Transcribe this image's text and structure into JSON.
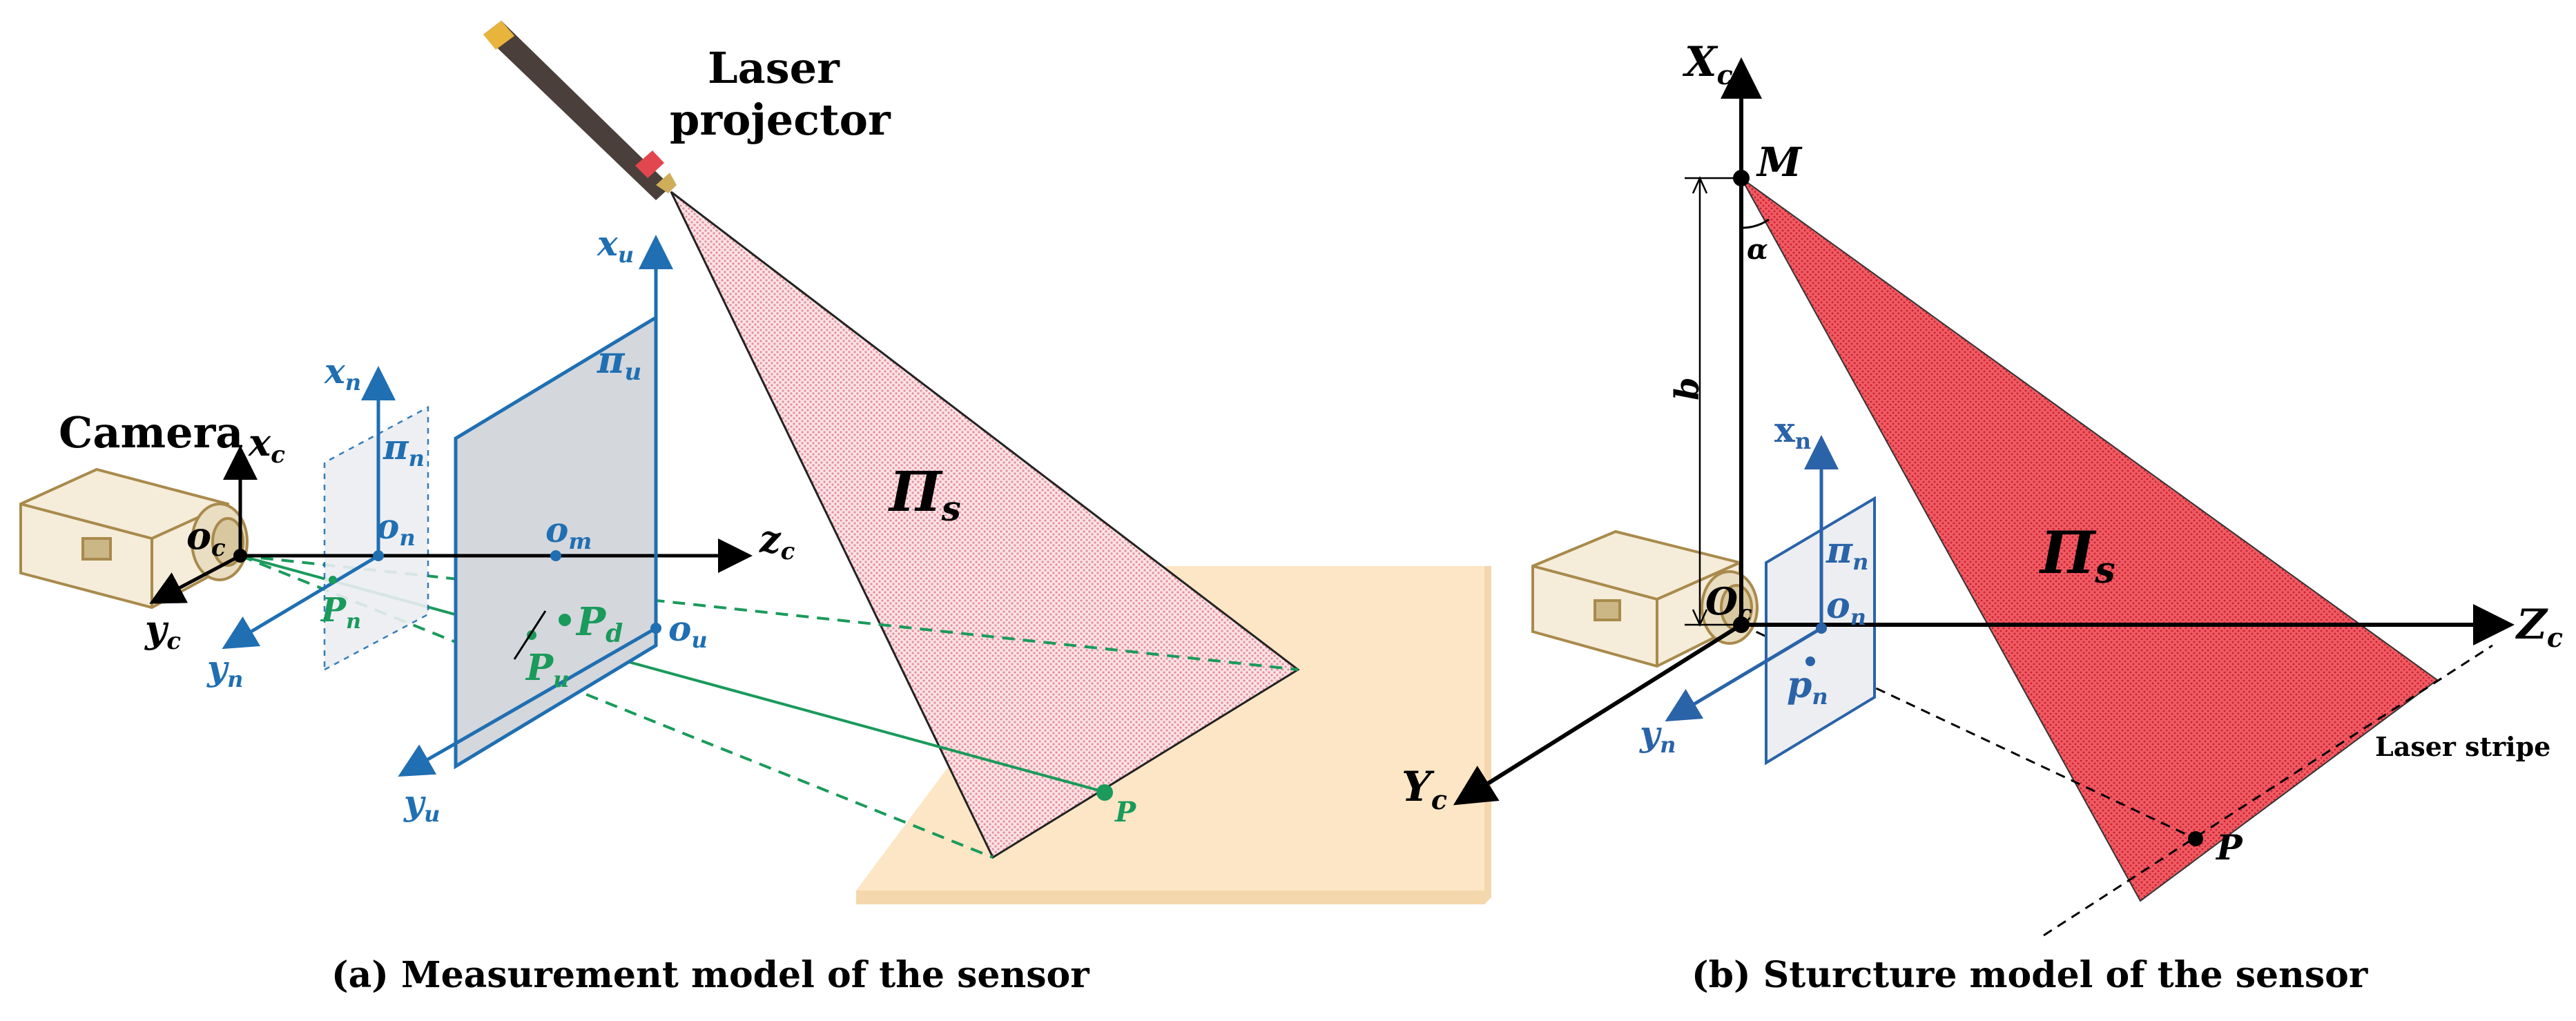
{
  "colors": {
    "blue": "#1f6fb2",
    "green": "#1a9a5b",
    "laser_plane_fill": "#f8d9de",
    "laser_plane_fill_b": "#ee4e5a",
    "table": "#fde6c5",
    "plane_gray": "#d4d7dc",
    "camera_outline": "#a88a4c"
  },
  "left": {
    "camera_label": "Camera",
    "laser_label_line1": "Laser",
    "laser_label_line2": "projector",
    "pi_s": "Π",
    "pi_s_sub": "s",
    "axes": {
      "xc": "x",
      "xc_sub": "c",
      "yc": "y",
      "yc_sub": "c",
      "zc": "z",
      "zc_sub": "c",
      "oc": "o",
      "oc_sub": "c",
      "xn": "x",
      "xn_sub": "n",
      "yn": "y",
      "yn_sub": "n",
      "on": "o",
      "on_sub": "n",
      "pin": "π",
      "pin_sub": "n",
      "xu": "x",
      "xu_sub": "u",
      "yu": "y",
      "yu_sub": "u",
      "ou": "o",
      "ou_sub": "u",
      "om": "o",
      "om_sub": "m",
      "piu": "π",
      "piu_sub": "u"
    },
    "points": {
      "Pn": "P",
      "Pn_sub": "n",
      "Pu": "P",
      "Pu_sub": "u",
      "Pd": "P",
      "Pd_sub": "d",
      "P": "P"
    },
    "caption": "(a) Measurement model of the sensor"
  },
  "right": {
    "axes": {
      "Xc": "X",
      "Xc_sub": "c",
      "Zc": "Z",
      "Zc_sub": "c",
      "Yc": "Y",
      "Yc_sub": "c",
      "Oc": "O",
      "Oc_sub": "c",
      "xn": "x",
      "xn_sub": "n",
      "yn": "y",
      "yn_sub": "n",
      "on": "o",
      "on_sub": "n",
      "pin": "π",
      "pin_sub": "n"
    },
    "M": "M",
    "alpha": "α",
    "b": "b",
    "pi_s": "Π",
    "pi_s_sub": "s",
    "pn": "p",
    "pn_sub": "n",
    "P": "P",
    "laser_stripe": "Laser stripe",
    "caption": "(b) Sturcture model of the sensor"
  }
}
